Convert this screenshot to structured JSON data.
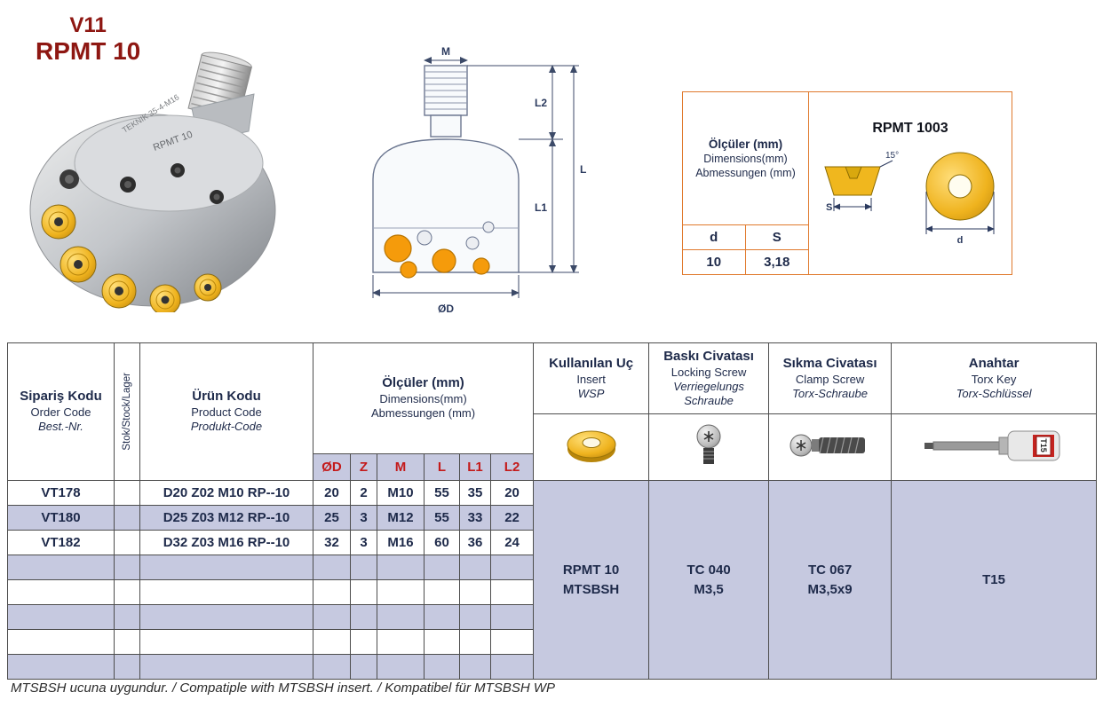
{
  "header": {
    "series": "V11",
    "model": "RPMT 10"
  },
  "diagram": {
    "m": "M",
    "l2": "L2",
    "l": "L",
    "l1": "L1",
    "od": "ØD"
  },
  "insert_box": {
    "dim_l1": "Ölçüler (mm)",
    "dim_l2": "Dimensions(mm)",
    "dim_l3": "Abmessungen (mm)",
    "insert_name": "RPMT 1003",
    "col_d": "d",
    "col_s": "S",
    "val_d": "10",
    "val_s": "3,18",
    "angle": "15°",
    "side_dim": "S",
    "top_dim": "d"
  },
  "table": {
    "order_code_header": {
      "l1": "Sipariş Kodu",
      "l2": "Order Code",
      "l3": "Best.-Nr."
    },
    "stock_header": "Stok/Stock/Lager",
    "product_code_header": {
      "l1": "Ürün Kodu",
      "l2": "Product Code",
      "l3": "Produkt-Code"
    },
    "dims_header": {
      "l1": "Ölçüler (mm)",
      "l2": "Dimensions(mm)",
      "l3": "Abmessungen (mm)"
    },
    "dim_cols": [
      "ØD",
      "Z",
      "M",
      "L",
      "L1",
      "L2"
    ],
    "insert_header": {
      "l1": "Kullanılan Uç",
      "l2": "Insert",
      "l3": "WSP"
    },
    "locking_header": {
      "l1": "Baskı Civatası",
      "l2": "Locking Screw",
      "l3": "Verriegelungs",
      "l4": "Schraube"
    },
    "clamp_header": {
      "l1": "Sıkma Civatası",
      "l2": "Clamp Screw",
      "l3": "Torx-Schraube"
    },
    "key_header": {
      "l1": "Anahtar",
      "l2": "Torx Key",
      "l3": "Torx-Schlüssel"
    },
    "rows": [
      {
        "code": "VT178",
        "product": "D20 Z02 M10 RP--10",
        "od": "20",
        "z": "2",
        "m": "M10",
        "l": "55",
        "l1": "35",
        "l2": "20"
      },
      {
        "code": "VT180",
        "product": "D25 Z03 M12 RP--10",
        "od": "25",
        "z": "3",
        "m": "M12",
        "l": "55",
        "l1": "33",
        "l2": "22"
      },
      {
        "code": "VT182",
        "product": "D32 Z03 M16 RP--10",
        "od": "32",
        "z": "3",
        "m": "M16",
        "l": "60",
        "l1": "36",
        "l2": "24"
      }
    ],
    "merged": {
      "insert_1": "RPMT 10",
      "insert_2": "MTSBSH",
      "locking_1": "TC 040",
      "locking_2": "M3,5",
      "clamp_1": "TC 067",
      "clamp_2": "M3,5x9",
      "key_1": "T15"
    }
  },
  "footer": {
    "text": "MTSBSH ucuna uygundur. / Compatiple with MTSBSH insert. / Kompatibel für MTSBSH WP"
  },
  "images": {
    "product_photo": "milling-cutter-photo",
    "technical_drawing": "cutter-dimension-drawing",
    "insert_image": "round-gold-insert",
    "locking_screw_image": "locking-screw",
    "clamp_screw_image": "torx-clamp-screw",
    "torx_key_image": "torx-key"
  },
  "colors": {
    "title_maroon": "#8e1712",
    "lavender": "#c6c9e0",
    "navy": "#1e2a4a",
    "subheader_red": "#c41a1a",
    "stock_green": "#00833e",
    "box_orange": "#e0792c",
    "insert_gold": "#f0b41e"
  }
}
